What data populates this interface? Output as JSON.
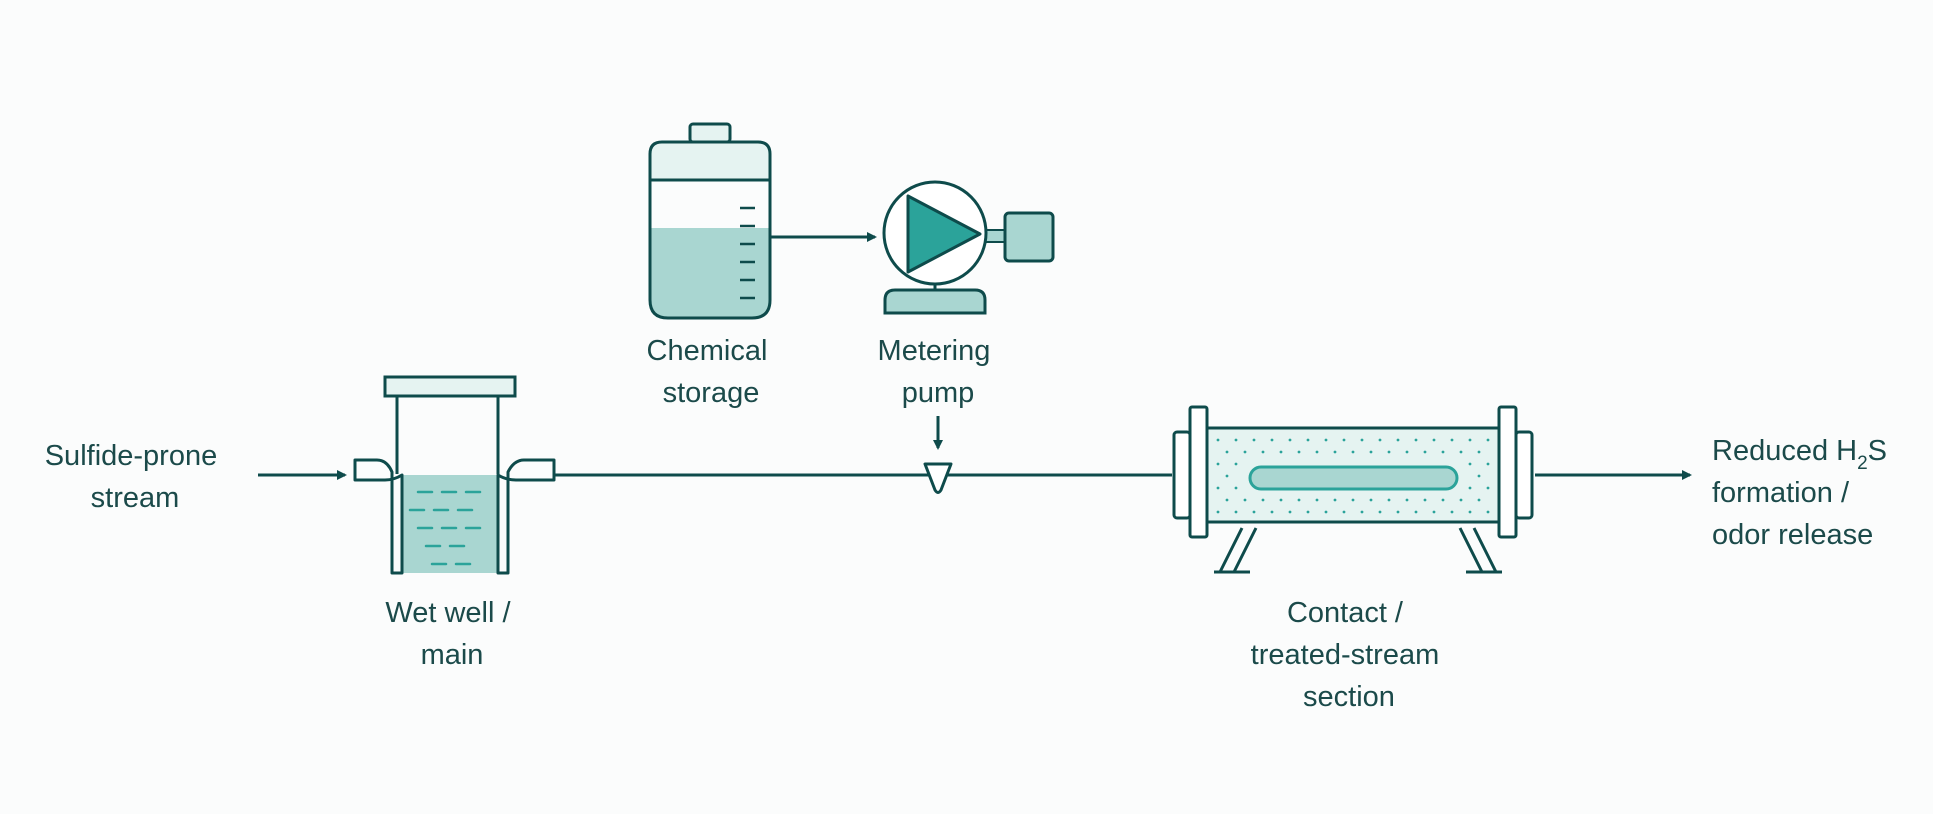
{
  "labels": {
    "source": [
      "Sulfide-prone",
      "stream"
    ],
    "wet_well": [
      "Wet well /",
      "main"
    ],
    "chemical_storage": [
      "Chemical",
      "storage"
    ],
    "metering_pump": [
      "Metering",
      "pump"
    ],
    "contact_section": [
      "Contact /",
      "treated-stream",
      "section"
    ],
    "output": {
      "line1_prefix": "Reduced H",
      "line1_sub": "2",
      "line1_suffix": "S",
      "line2": "formation /",
      "line3": "odor release"
    }
  },
  "colors": {
    "line": "#0e4b4b",
    "liquid": "#a9d6d1",
    "accent": "#2ba39a",
    "component_fill": "#e5f3f1",
    "background": "#fbfcfc"
  }
}
